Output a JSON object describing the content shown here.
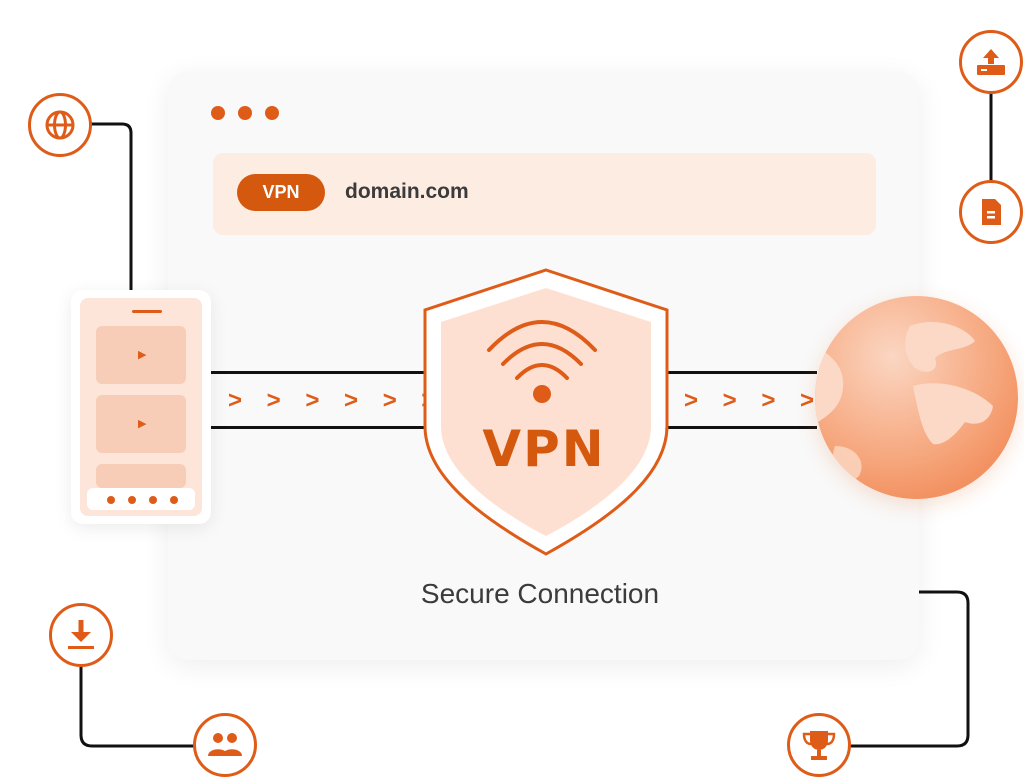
{
  "browser": {
    "window_dots": [
      "dot",
      "dot",
      "dot"
    ],
    "address_bar": {
      "badge": "VPN",
      "url": "domain.com"
    }
  },
  "shield": {
    "label": "VPN",
    "icon": "wifi-icon"
  },
  "caption": "Secure Connection",
  "arrows_left": "> > > > > > >",
  "arrows_right": "> > > > >",
  "phone": {
    "cards": 3,
    "nav_dots": 4
  },
  "icons": [
    "globe-icon",
    "upload-icon",
    "document-icon",
    "download-icon",
    "users-icon",
    "trophy-icon"
  ],
  "colors": {
    "accent": "#de5c17",
    "badge": "#d4590f",
    "light": "#fdece2",
    "text": "#3b3b3b"
  }
}
